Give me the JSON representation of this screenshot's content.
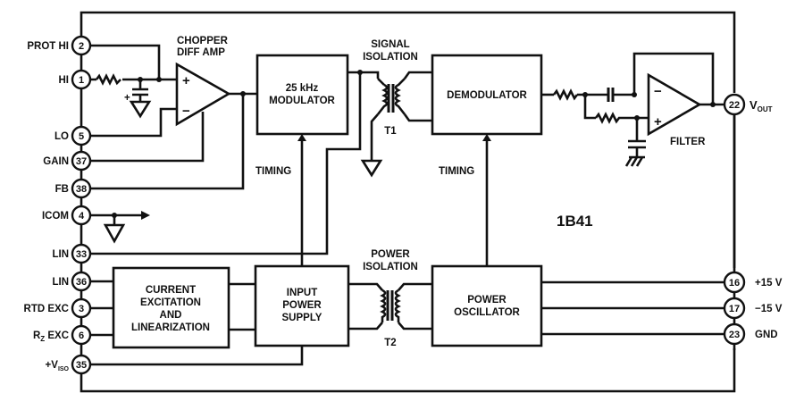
{
  "diagram": {
    "part_number": "1B41",
    "left_pins": [
      {
        "label": "PROT HI",
        "number": "2"
      },
      {
        "label": "HI",
        "number": "1"
      },
      {
        "label": "LO",
        "number": "5"
      },
      {
        "label": "GAIN",
        "number": "37"
      },
      {
        "label": "FB",
        "number": "38"
      },
      {
        "label": "ICOM",
        "number": "4"
      },
      {
        "label": "LIN",
        "number": "33"
      },
      {
        "label": "LIN",
        "number": "36"
      },
      {
        "label": "RTD EXC",
        "number": "3"
      },
      {
        "label": "R",
        "sub": "Z",
        "label_rest": " EXC",
        "number": "6"
      },
      {
        "label": "+V",
        "sub": "ISO",
        "number": "35"
      }
    ],
    "right_pins": [
      {
        "label": "V",
        "sub": "OUT",
        "number": "22"
      },
      {
        "label": "+15 V",
        "number": "16"
      },
      {
        "label": "−15 V",
        "number": "17"
      },
      {
        "label": "GND",
        "number": "23"
      }
    ],
    "blocks": {
      "chopper_amp": [
        "CHOPPER",
        "DIFF AMP"
      ],
      "modulator": [
        "25 kHz",
        "MODULATOR"
      ],
      "demodulator": [
        "DEMODULATOR"
      ],
      "current_excitation": [
        "CURRENT",
        "EXCITATION",
        "AND",
        "LINEARIZATION"
      ],
      "input_power_supply": [
        "INPUT",
        "POWER",
        "SUPPLY"
      ],
      "power_oscillator": [
        "POWER",
        "OSCILLATOR"
      ],
      "filter": "FILTER"
    },
    "labels": {
      "signal_isolation": [
        "SIGNAL",
        "ISOLATION"
      ],
      "power_isolation": [
        "POWER",
        "ISOLATION"
      ],
      "t1": "T1",
      "t2": "T2",
      "timing_left": "TIMING",
      "timing_right": "TIMING",
      "plus": "+",
      "minus": "−"
    }
  }
}
